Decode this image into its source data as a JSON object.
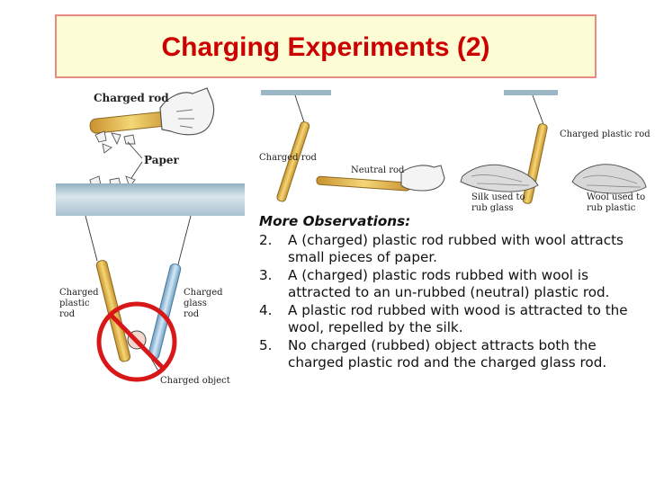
{
  "title": "Charging Experiments (2)",
  "figure_labels": {
    "charged_rod": "Charged rod",
    "paper": "Paper",
    "charged_plastic_rod_left": "Charged\nplastic\nrod",
    "charged_glass_rod": "Charged\nglass\nrod",
    "charged_object": "Charged object",
    "charged_rod_hanging": "Charged rod",
    "neutral_rod": "Neutral rod",
    "silk": "Silk used to\nrub glass",
    "charged_plastic_rod_top": "Charged plastic rod",
    "wool": "Wool used to\nrub plastic"
  },
  "observations": {
    "heading": "More Observations:",
    "items": [
      {
        "num": "2.",
        "text": "A (charged) plastic rod rubbed with wool attracts small pieces of paper."
      },
      {
        "num": "3.",
        "text": "A (charged) plastic rods rubbed with wool is attracted to an un-rubbed (neutral) plastic rod."
      },
      {
        "num": "4.",
        "text": "A plastic rod rubbed with wood is attracted to the wool, repelled by the silk."
      },
      {
        "num": "5.",
        "text": "No charged (rubbed) object attracts both the charged plastic rod and the charged glass rod."
      }
    ]
  },
  "colors": {
    "title": "#cc0000",
    "title_bg": "#fdfdd5",
    "title_border": "#e88a80",
    "plastic_rod": "#e9c24f",
    "glass_rod": "#a8cde6",
    "no_symbol": "#d81818",
    "ceiling": "#b8cdd8"
  }
}
